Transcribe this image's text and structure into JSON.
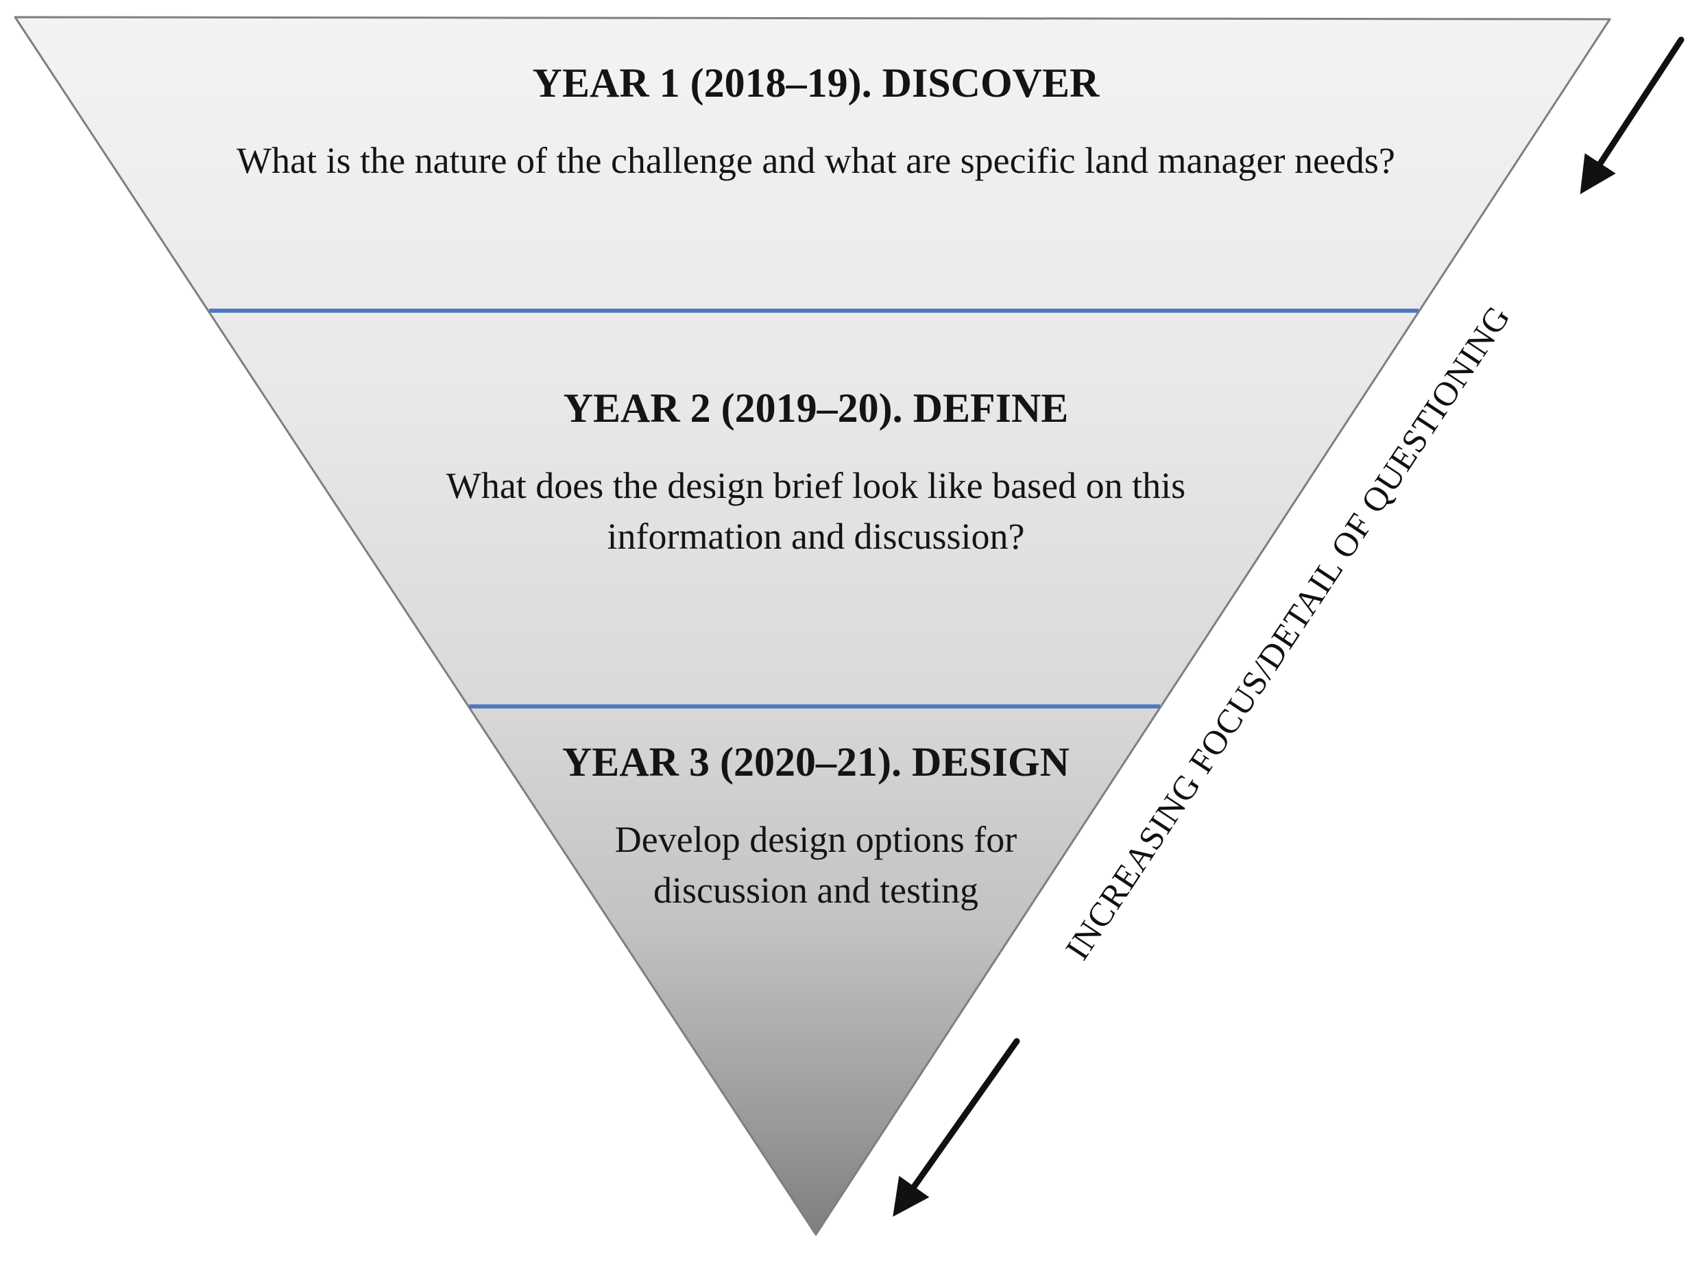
{
  "diagram": {
    "side_label": "INCREASING FOCUS/DETAIL OF QUESTIONING",
    "sections": [
      {
        "title": "YEAR 1 (2018–19). DISCOVER",
        "description": "What is the nature of the challenge and what are specific land manager needs?"
      },
      {
        "title": "YEAR 2 (2019–20). DEFINE",
        "description": "What does the design brief look like based on this\ninformation and discussion?"
      },
      {
        "title": "YEAR 3 (2020–21). DESIGN",
        "description": "Develop design options for\ndiscussion and testing"
      }
    ],
    "colors": {
      "funnel_top": "#f3f3f3",
      "funnel_bottom": "#7e7e7e",
      "outline_gray": "#7f7f7f",
      "divider_blue": "#4d79c0",
      "arrow_black": "#111111",
      "text_black": "#141414"
    }
  }
}
